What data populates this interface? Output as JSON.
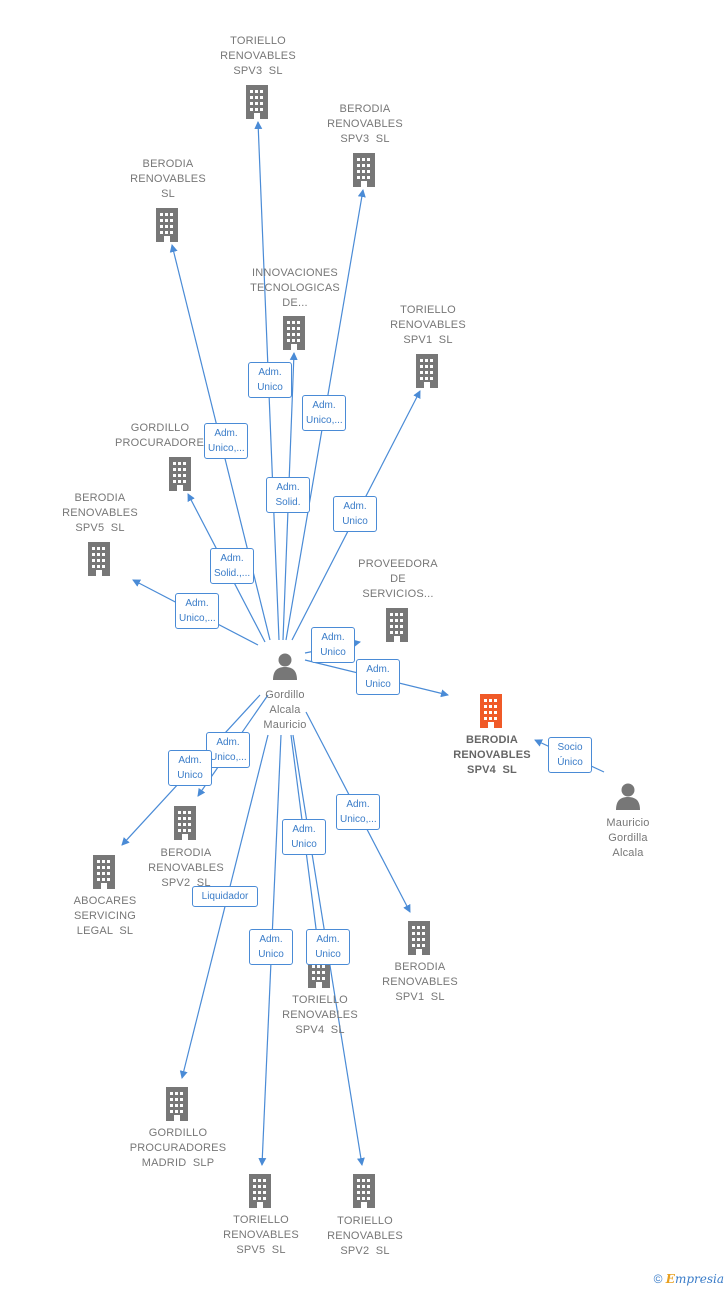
{
  "accent_color": "#4a8bd6",
  "focus_color": "#f05a28",
  "icon_color": "#777777",
  "center": {
    "id": "center",
    "label": [
      "Gordillo",
      "Alcala",
      "Mauricio"
    ],
    "icon": "person-icon"
  },
  "nodes": [
    {
      "id": "toriello-spv3",
      "label": [
        "TORIELLO",
        "RENOVABLES",
        "SPV3  SL"
      ],
      "icon": "building-icon"
    },
    {
      "id": "berodia-spv3",
      "label": [
        "BERODIA",
        "RENOVABLES",
        "SPV3  SL"
      ],
      "icon": "building-icon"
    },
    {
      "id": "berodia-sl",
      "label": [
        "BERODIA",
        "RENOVABLES",
        "SL"
      ],
      "icon": "building-icon"
    },
    {
      "id": "innovaciones",
      "label": [
        "INNOVACIONES",
        "TECNOLOGICAS",
        "DE..."
      ],
      "icon": "building-icon"
    },
    {
      "id": "toriello-spv1",
      "label": [
        "TORIELLO",
        "RENOVABLES",
        "SPV1  SL"
      ],
      "icon": "building-icon"
    },
    {
      "id": "gordillo-procuradores-top",
      "label": [
        "GORDILLO",
        "PROCURADORES"
      ],
      "icon": "building-icon"
    },
    {
      "id": "berodia-spv5",
      "label": [
        "BERODIA",
        "RENOVABLES",
        "SPV5  SL"
      ],
      "icon": "building-icon"
    },
    {
      "id": "proveedora",
      "label": [
        "PROVEEDORA",
        "DE",
        "SERVICIOS..."
      ],
      "icon": "building-icon"
    },
    {
      "id": "berodia-spv4",
      "label": [
        "BERODIA",
        "RENOVABLES",
        "SPV4  SL"
      ],
      "icon": "building-icon",
      "focus": true
    },
    {
      "id": "mauricio",
      "label": [
        "Mauricio",
        "Gordilla",
        "Alcala"
      ],
      "icon": "person-icon"
    },
    {
      "id": "berodia-spv2",
      "label": [
        "BERODIA",
        "RENOVABLES",
        "SPV2  SL"
      ],
      "icon": "building-icon"
    },
    {
      "id": "abocares",
      "label": [
        "ABOCARES",
        "SERVICING",
        "LEGAL  SL"
      ],
      "icon": "building-icon"
    },
    {
      "id": "berodia-spv1",
      "label": [
        "BERODIA",
        "RENOVABLES",
        "SPV1  SL"
      ],
      "icon": "building-icon"
    },
    {
      "id": "toriello-spv4",
      "label": [
        "TORIELLO",
        "RENOVABLES",
        "SPV4  SL"
      ],
      "icon": "building-icon"
    },
    {
      "id": "gordillo-madrid",
      "label": [
        "GORDILLO",
        "PROCURADORES",
        "MADRID  SLP"
      ],
      "icon": "building-icon"
    },
    {
      "id": "toriello-spv5",
      "label": [
        "TORIELLO",
        "RENOVABLES",
        "SPV5  SL"
      ],
      "icon": "building-icon"
    },
    {
      "id": "toriello-spv2",
      "label": [
        "TORIELLO",
        "RENOVABLES",
        "SPV2  SL"
      ],
      "icon": "building-icon"
    }
  ],
  "edges": [
    {
      "from": "center",
      "to": "toriello-spv3",
      "label": [
        "Adm.",
        "Unico"
      ]
    },
    {
      "from": "center",
      "to": "berodia-spv3",
      "label": [
        "Adm.",
        "Unico,..."
      ]
    },
    {
      "from": "center",
      "to": "berodia-sl",
      "label": [
        "Adm.",
        "Unico,..."
      ]
    },
    {
      "from": "center",
      "to": "innovaciones",
      "label": [
        "Adm.",
        "Solid."
      ]
    },
    {
      "from": "center",
      "to": "toriello-spv1",
      "label": [
        "Adm.",
        "Unico"
      ]
    },
    {
      "from": "center",
      "to": "gordillo-procuradores-top",
      "label": [
        "Adm.",
        "Solid.,..."
      ]
    },
    {
      "from": "center",
      "to": "berodia-spv5",
      "label": [
        "Adm.",
        "Unico,..."
      ]
    },
    {
      "from": "center",
      "to": "proveedora",
      "label": [
        "Adm.",
        "Unico"
      ]
    },
    {
      "from": "center",
      "to": "berodia-spv4",
      "label": [
        "Adm.",
        "Unico"
      ]
    },
    {
      "from": "mauricio",
      "to": "berodia-spv4",
      "label": [
        "Socio",
        "Único"
      ]
    },
    {
      "from": "center",
      "to": "berodia-spv2",
      "label": [
        "Adm.",
        "Unico,..."
      ]
    },
    {
      "from": "center",
      "to": "abocares",
      "label": [
        "Adm.",
        "Unico"
      ]
    },
    {
      "from": "center",
      "to": "berodia-spv1",
      "label": [
        "Adm.",
        "Unico,..."
      ]
    },
    {
      "from": "center",
      "to": "toriello-spv4",
      "label": [
        "Adm.",
        "Unico"
      ]
    },
    {
      "from": "center",
      "to": "gordillo-madrid",
      "label": [
        "Liquidador"
      ]
    },
    {
      "from": "center",
      "to": "toriello-spv5",
      "label": [
        "Adm.",
        "Unico"
      ]
    },
    {
      "from": "center",
      "to": "toriello-spv2",
      "label": [
        "Adm.",
        "Unico"
      ]
    }
  ],
  "footer": {
    "copyright": "©",
    "brand_first": "E",
    "brand_rest": "mpresia"
  }
}
